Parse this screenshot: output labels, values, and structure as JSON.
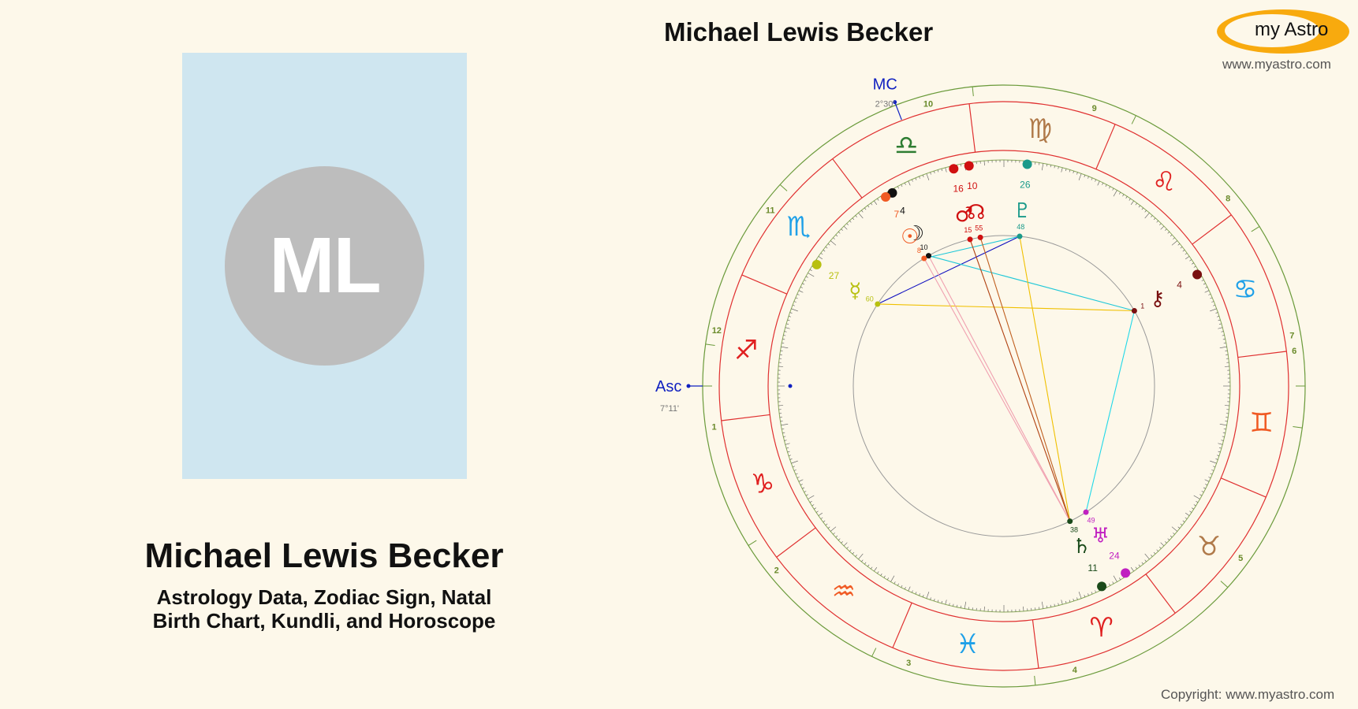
{
  "person": {
    "initials": "ML",
    "name": "Michael Lewis Becker",
    "subtitle_line1": "Astrology Data, Zodiac Sign, Natal",
    "subtitle_line2": "Birth Chart, Kundli, and Horoscope"
  },
  "chart": {
    "title": "Michael Lewis Becker",
    "asc_label": "Asc",
    "asc_degree": "7°11'",
    "mc_label": "MC",
    "mc_degree": "2°30'",
    "house_numbers": [
      "1",
      "2",
      "3",
      "4",
      "5",
      "6",
      "7",
      "8",
      "9",
      "10",
      "11",
      "12"
    ],
    "zodiac_signs": [
      {
        "name": "capricorn",
        "glyph": "♑",
        "color": "#e02020"
      },
      {
        "name": "aquarius",
        "glyph": "♒",
        "color": "#f05a23"
      },
      {
        "name": "pisces",
        "glyph": "♓",
        "color": "#1ea0e8"
      },
      {
        "name": "aries",
        "glyph": "♈",
        "color": "#e02020"
      },
      {
        "name": "taurus",
        "glyph": "♉",
        "color": "#b07a4a"
      },
      {
        "name": "gemini",
        "glyph": "♊",
        "color": "#f05a23"
      },
      {
        "name": "cancer",
        "glyph": "♋",
        "color": "#1ea0e8"
      },
      {
        "name": "leo",
        "glyph": "♌",
        "color": "#e02020"
      },
      {
        "name": "virgo",
        "glyph": "♍",
        "color": "#b07a4a"
      },
      {
        "name": "libra",
        "glyph": "♎",
        "color": "#2e7d32"
      },
      {
        "name": "scorpio",
        "glyph": "♏",
        "color": "#1ea0e8"
      },
      {
        "name": "sagittarius",
        "glyph": "♐",
        "color": "#e02020"
      }
    ],
    "planets": [
      {
        "name": "mars",
        "glyph": "♂",
        "degree": "16",
        "minute": "15",
        "color": "#d01010"
      },
      {
        "name": "north-node",
        "glyph": "☊",
        "degree": "10",
        "minute": "55",
        "color": "#d01010"
      },
      {
        "name": "pluto",
        "glyph": "♇",
        "degree": "26",
        "minute": "48",
        "color": "#1a9a8a"
      },
      {
        "name": "moon",
        "glyph": "☽",
        "degree": "4",
        "minute": "10",
        "color": "#111111"
      },
      {
        "name": "sun",
        "glyph": "☉",
        "degree": "7",
        "minute": "8",
        "color": "#f05a23"
      },
      {
        "name": "mercury",
        "glyph": "☿",
        "degree": "27",
        "minute": "60",
        "color": "#b8c010"
      },
      {
        "name": "chiron",
        "glyph": "⚷",
        "degree": "4",
        "minute": "1",
        "color": "#7a1010"
      },
      {
        "name": "uranus",
        "glyph": "♅",
        "degree": "24",
        "minute": "49",
        "color": "#c020c0"
      },
      {
        "name": "saturn",
        "glyph": "♄",
        "degree": "11",
        "minute": "38",
        "color": "#1a4a1a"
      }
    ]
  },
  "brand": {
    "logo_text": "my Astro",
    "website": "www.myastro.com",
    "copyright": "Copyright: www.myastro.com"
  }
}
